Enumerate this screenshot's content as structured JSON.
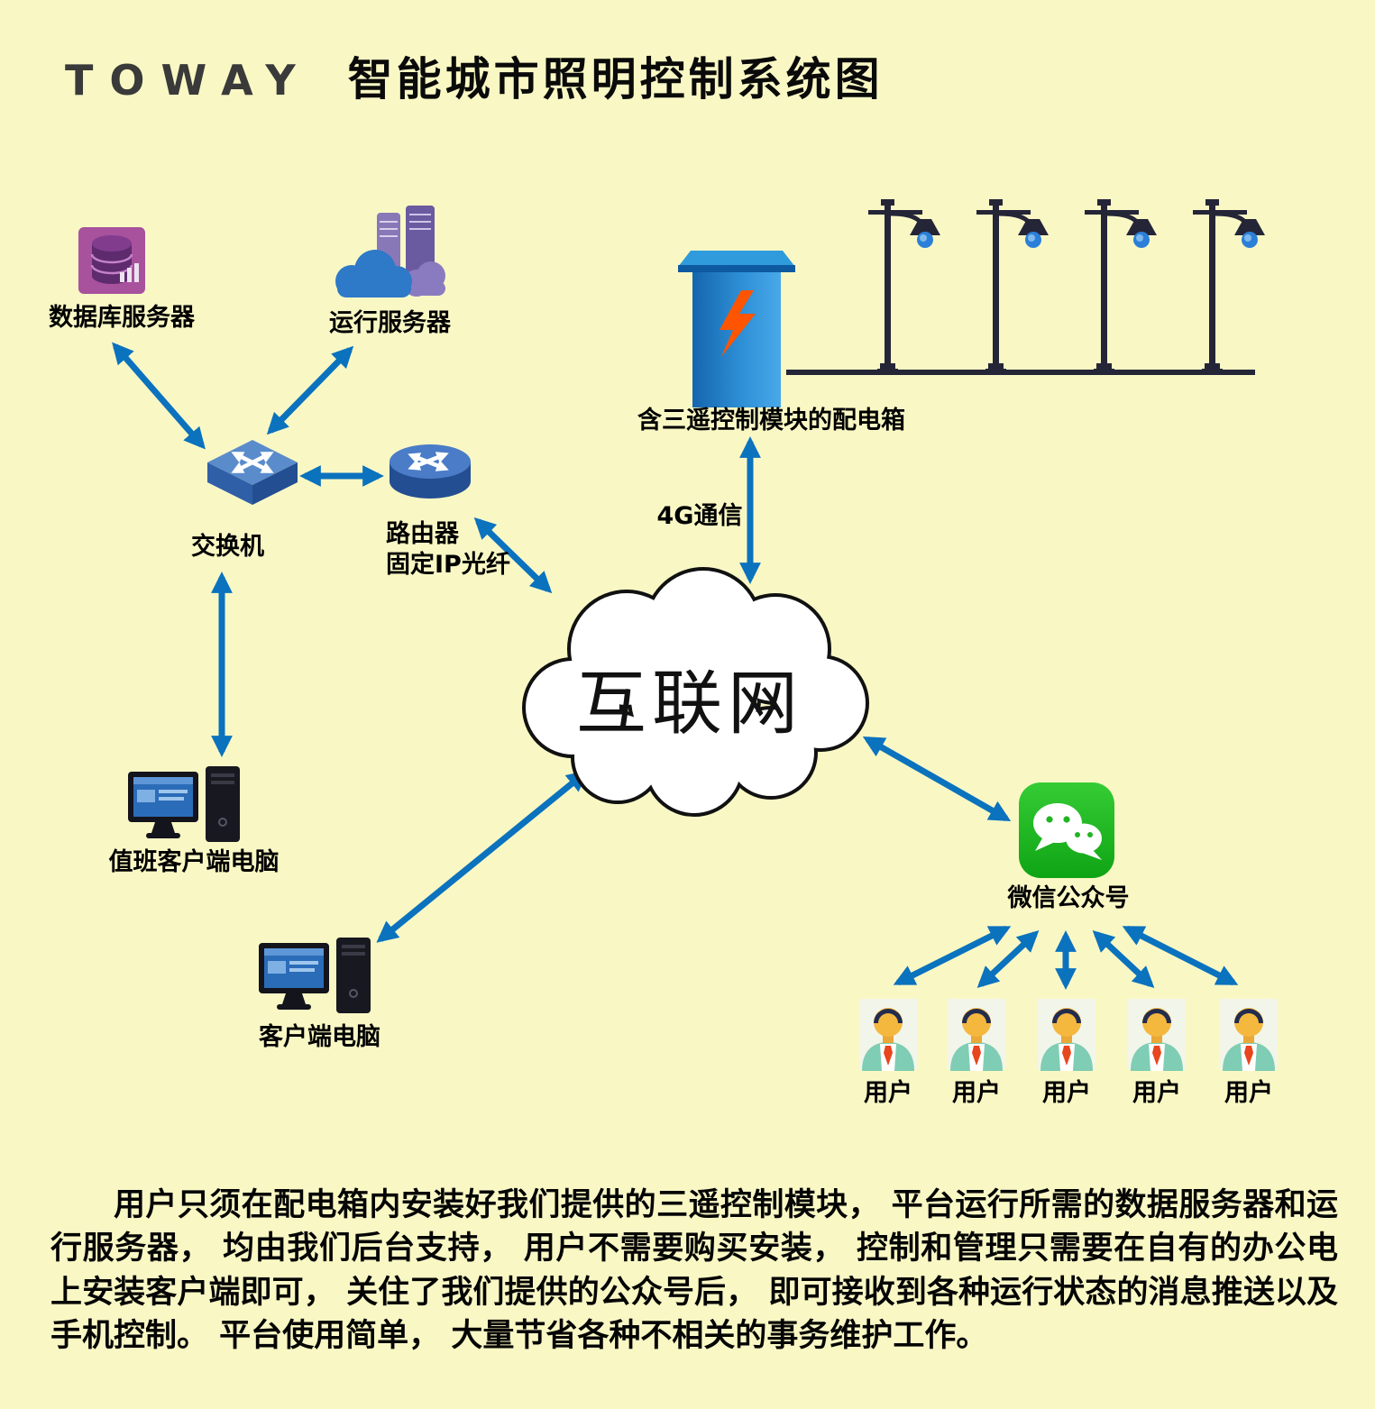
{
  "title": {
    "brand": "TOWAY",
    "text": "智能城市照明控制系统图"
  },
  "nodes": {
    "database_server": {
      "label": "数据库服务器",
      "icon": "database-server-icon"
    },
    "run_server": {
      "label": "运行服务器",
      "icon": "run-server-cloud-icon"
    },
    "switch": {
      "label": "交换机",
      "icon": "network-switch-icon"
    },
    "router": {
      "label": "路由器",
      "sublabel": "固定IP光纤",
      "icon": "router-icon"
    },
    "internet": {
      "label": "互联网",
      "icon": "internet-cloud"
    },
    "distribution_box": {
      "label": "含三遥控制模块的配电箱",
      "icon": "power-distribution-box-icon"
    },
    "street_lamps": {
      "count": 4,
      "icon": "street-lamp-icon"
    },
    "link_4g": {
      "label": "4G通信"
    },
    "duty_client": {
      "label": "值班客户端电脑",
      "icon": "desktop-computer-icon"
    },
    "client": {
      "label": "客户端电脑",
      "icon": "desktop-computer-icon"
    },
    "wechat": {
      "label": "微信公众号",
      "icon": "wechat-icon"
    },
    "users": [
      {
        "label": "用户",
        "icon": "user-avatar-icon"
      },
      {
        "label": "用户",
        "icon": "user-avatar-icon"
      },
      {
        "label": "用户",
        "icon": "user-avatar-icon"
      },
      {
        "label": "用户",
        "icon": "user-avatar-icon"
      },
      {
        "label": "用户",
        "icon": "user-avatar-icon"
      }
    ]
  },
  "connections": [
    {
      "from": "database_server",
      "to": "switch",
      "bidirectional": true
    },
    {
      "from": "run_server",
      "to": "switch",
      "bidirectional": true
    },
    {
      "from": "switch",
      "to": "router",
      "bidirectional": true
    },
    {
      "from": "router",
      "to": "internet",
      "bidirectional": true
    },
    {
      "from": "switch",
      "to": "duty_client",
      "bidirectional": true
    },
    {
      "from": "internet",
      "to": "client",
      "bidirectional": true
    },
    {
      "from": "distribution_box",
      "to": "internet",
      "bidirectional": true,
      "label": "4G通信"
    },
    {
      "from": "internet",
      "to": "wechat",
      "bidirectional": true
    },
    {
      "from": "wechat",
      "to": "users",
      "bidirectional": true
    }
  ],
  "description": "用户只须在配电箱内安装好我们提供的三遥控制模块， 平台运行所需的数据服务器和运行服务器， 均由我们后台支持， 用户不需要购买安装， 控制和管理只需要在自有的办公电上安装客户端即可， 关住了我们提供的公众号后， 即可接收到各种运行状态的消息推送以及手机控制。 平台使用简单， 大量节省各种不相关的事务维护工作。",
  "colors": {
    "background": "#F9F8C5",
    "arrow_blue": "#0B72BE",
    "wechat_green": "#1CB723",
    "box_blue": "#1B79C8",
    "lamp_blue": "#2C7FD8",
    "database_purple": "#A8519C"
  }
}
